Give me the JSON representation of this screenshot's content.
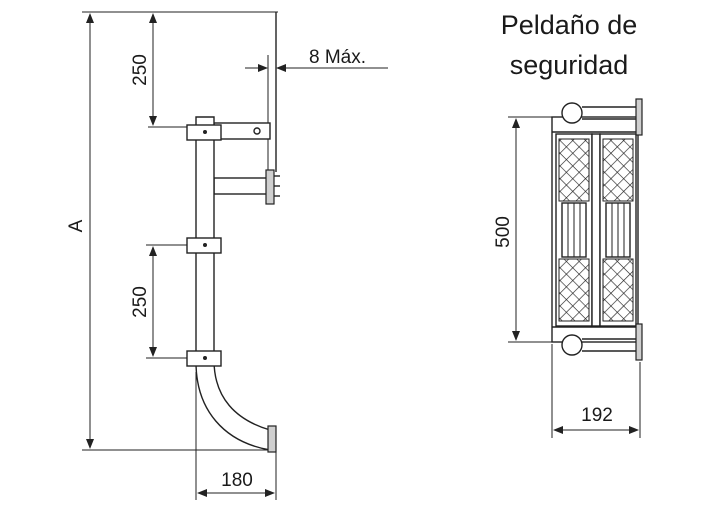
{
  "labels": {
    "height_A": "A",
    "upper_spacing": "250",
    "lower_spacing": "250",
    "max_gap": "8 Máx.",
    "width_left": "180",
    "title_line1": "Peldaño de",
    "title_line2": "seguridad",
    "step_height": "500",
    "step_width": "192"
  },
  "colors": {
    "line": "#222222",
    "fill_grey": "#cfcfcf",
    "background": "#ffffff"
  }
}
